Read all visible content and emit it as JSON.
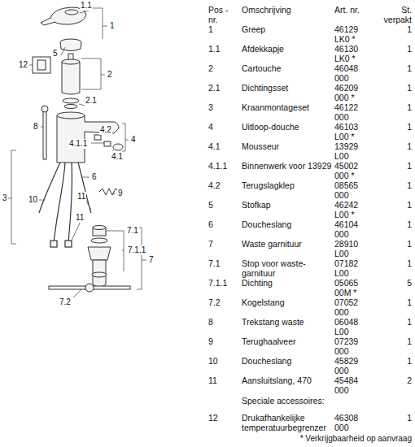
{
  "diagram": {
    "labels": [
      "1.1",
      "1",
      "5",
      "12",
      "2",
      "2.1",
      "8",
      "4.2",
      "4",
      "4.1.1",
      "4.1",
      "6",
      "9",
      "3",
      "10",
      "11",
      "11",
      "7.1",
      "7.1.1",
      "7",
      "7.2",
      "Pos - nr.",
      "Omschrijving",
      "Art. nr.",
      "St. verpakt",
      "1",
      "Greep",
      "46129 LK0 *",
      "1",
      "1.1",
      "Afdekkapje",
      "46130 LK0 *",
      "1",
      "2",
      "Cartouche",
      "46048 000",
      "1",
      "2.1",
      "Dichtingsset",
      "46209 000 *",
      "1",
      "3",
      "Kraanmontageset",
      "46122 000",
      "1",
      "4",
      "Uitloop-douche",
      "46103 L00 *",
      "1",
      "4.1",
      "Mousseur",
      "13929 L00",
      "1",
      "4.1.1",
      "Binnenwerk voor 13929",
      "45002 000 *",
      "1",
      "4.2",
      "Terugslagklep",
      "08565 000",
      "1",
      "5",
      "Stofkap",
      "46242 L00 *",
      "1",
      "6",
      "Doucheslang",
      "46104 000",
      "1",
      "7",
      "Waste garnituur",
      "28910 L00",
      "1",
      "7.1",
      "Stop voor waste-garnituur",
      "07182 L00",
      "1",
      "7.1.1",
      "Dichting",
      "05065 00M *",
      "5",
      "7.2",
      "Kogelstang",
      "07052 000",
      "1",
      "8",
      "Trekstang waste",
      "06048 L00",
      "1",
      "9",
      "Terughaalveer",
      "07239 000",
      "1",
      "10",
      "Doucheslang",
      "45829 000",
      "1",
      "11",
      "Aansluitslang, 470",
      "45484 000",
      "2",
      "Speciale accessoires:",
      "12",
      "Drukafhankelijke temperatuurbegrenzer",
      "46308 000",
      "1",
      "* Verkrijgbaarheid op aanvraag"
    ]
  }
}
